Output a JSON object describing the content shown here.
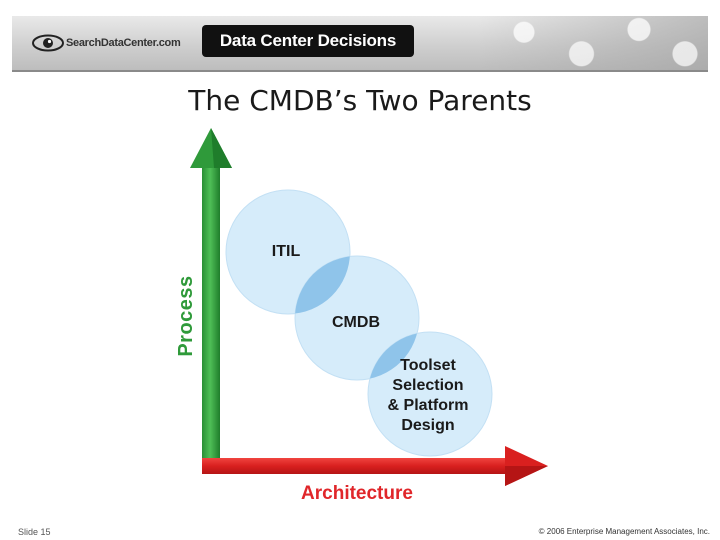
{
  "header": {
    "logo_text": "SearchDataCenter.com",
    "badge_text": "Data Center Decisions"
  },
  "slide": {
    "title": "The CMDB’s Two Parents"
  },
  "diagram": {
    "y_axis_label": "Process",
    "x_axis_label": "Architecture",
    "circles": {
      "itil": "ITIL",
      "cmdb": "CMDB",
      "toolset": [
        "Toolset",
        "Selection",
        "& Platform",
        "Design"
      ]
    },
    "colors": {
      "y_arrow": "#2f9a3a",
      "x_arrow": "#e0262a",
      "circle_fill": "#d6ecfa",
      "overlap_fill": "#8fc4ea"
    }
  },
  "footer": {
    "slide_number": "Slide 15",
    "copyright": "© 2006 Enterprise Management Associates, Inc."
  }
}
